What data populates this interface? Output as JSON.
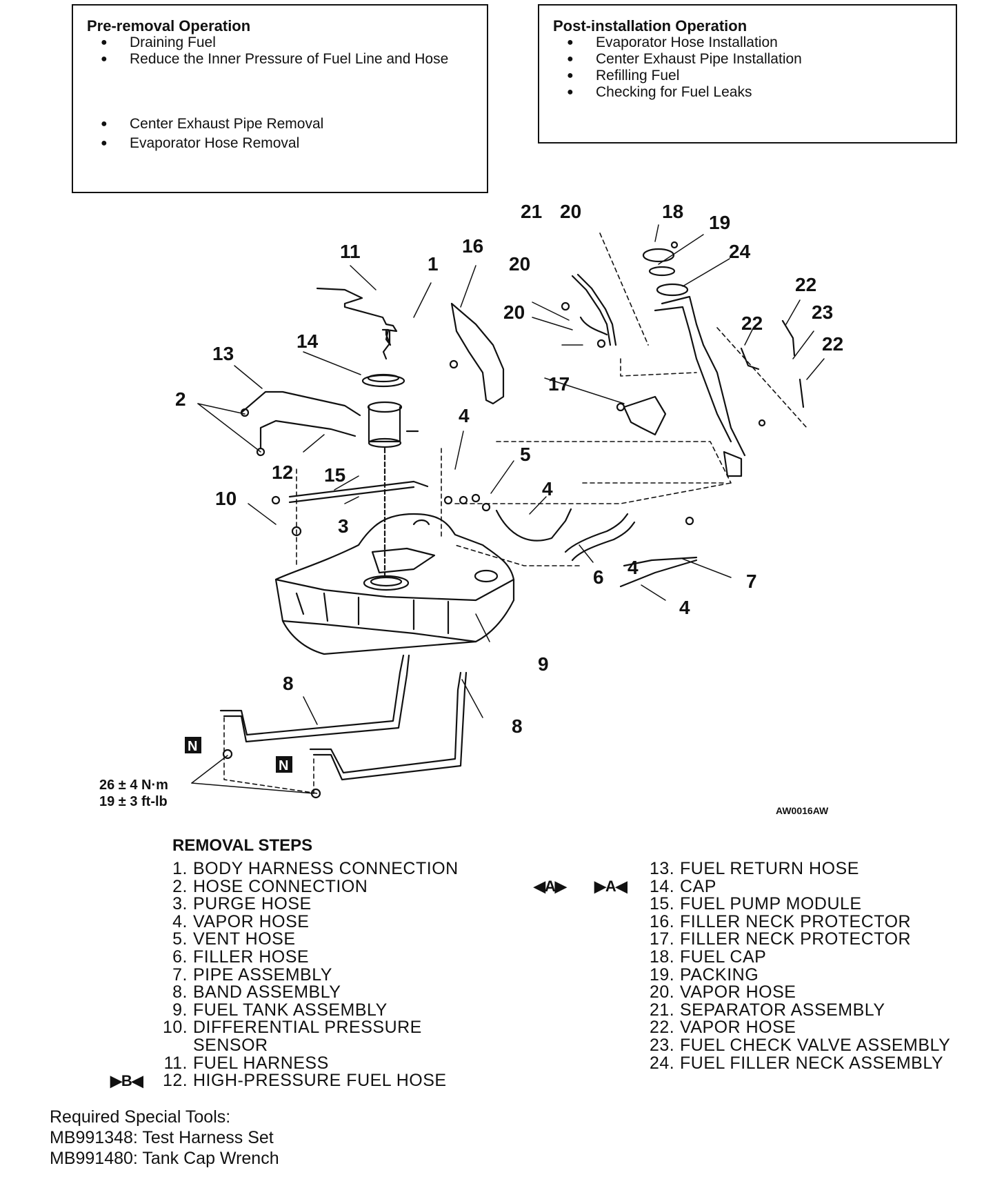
{
  "pre_removal": {
    "title": "Pre-removal Operation",
    "items": [
      "Draining Fuel",
      "Reduce the Inner Pressure of Fuel Line and Hose",
      "Center Exhaust Pipe Removal",
      "Evaporator Hose Removal"
    ]
  },
  "post_installation": {
    "title": "Post-installation Operation",
    "items": [
      "Evaporator Hose Installation",
      "Center Exhaust Pipe Installation",
      "Refilling Fuel",
      "Checking for Fuel Leaks"
    ]
  },
  "diagram": {
    "callouts": [
      "21",
      "20",
      "18",
      "19",
      "24",
      "11",
      "1",
      "16",
      "20",
      "20",
      "22",
      "23",
      "22",
      "22",
      "13",
      "14",
      "2",
      "17",
      "4",
      "5",
      "12",
      "15",
      "10",
      "3",
      "4",
      "6",
      "4",
      "7",
      "4",
      "9",
      "8",
      "8"
    ],
    "torque_nm": "26 ± 4 N·m",
    "torque_ftlb": "19 ± 3 ft-lb",
    "nut_marker": "N",
    "figure_code": "AW0016AW"
  },
  "removal": {
    "title": "REMOVAL STEPS",
    "left": [
      {
        "num": "1.",
        "label": "BODY HARNESS CONNECTION"
      },
      {
        "num": "2.",
        "label": "HOSE CONNECTION"
      },
      {
        "num": "3.",
        "label": "PURGE HOSE"
      },
      {
        "num": "4.",
        "label": "VAPOR HOSE"
      },
      {
        "num": "5.",
        "label": "VENT HOSE"
      },
      {
        "num": "6.",
        "label": "FILLER HOSE"
      },
      {
        "num": "7.",
        "label": "PIPE ASSEMBLY"
      },
      {
        "num": "8.",
        "label": "BAND ASSEMBLY"
      },
      {
        "num": "9.",
        "label": "FUEL TANK ASSEMBLY"
      },
      {
        "num": "10.",
        "label": "DIFFERENTIAL PRESSURE"
      },
      {
        "num": "",
        "label": "SENSOR"
      },
      {
        "num": "11.",
        "label": "FUEL HARNESS"
      },
      {
        "num": "12.",
        "label": "HIGH-PRESSURE FUEL HOSE"
      }
    ],
    "right": [
      {
        "num": "13.",
        "label": "FUEL RETURN HOSE"
      },
      {
        "num": "14.",
        "label": "CAP"
      },
      {
        "num": "15.",
        "label": "FUEL PUMP MODULE"
      },
      {
        "num": "16.",
        "label": "FILLER NECK PROTECTOR"
      },
      {
        "num": "17.",
        "label": "FILLER NECK PROTECTOR"
      },
      {
        "num": "18.",
        "label": "FUEL CAP"
      },
      {
        "num": "19.",
        "label": "PACKING"
      },
      {
        "num": "20.",
        "label": "VAPOR HOSE"
      },
      {
        "num": "21.",
        "label": "SEPARATOR ASSEMBLY"
      },
      {
        "num": "22.",
        "label": "VAPOR HOSE"
      },
      {
        "num": "23.",
        "label": "FUEL CHECK VALVE ASSEMBLY"
      },
      {
        "num": "24.",
        "label": "FUEL FILLER NECK ASSEMBLY"
      }
    ],
    "marker_b": "▶B◀",
    "marker_a_left": "◀A▶",
    "marker_a_right": "▶A◀"
  },
  "tools": {
    "title": "Required Special Tools:",
    "lines": [
      "MB991348: Test Harness Set",
      "MB991480: Tank Cap Wrench"
    ]
  }
}
